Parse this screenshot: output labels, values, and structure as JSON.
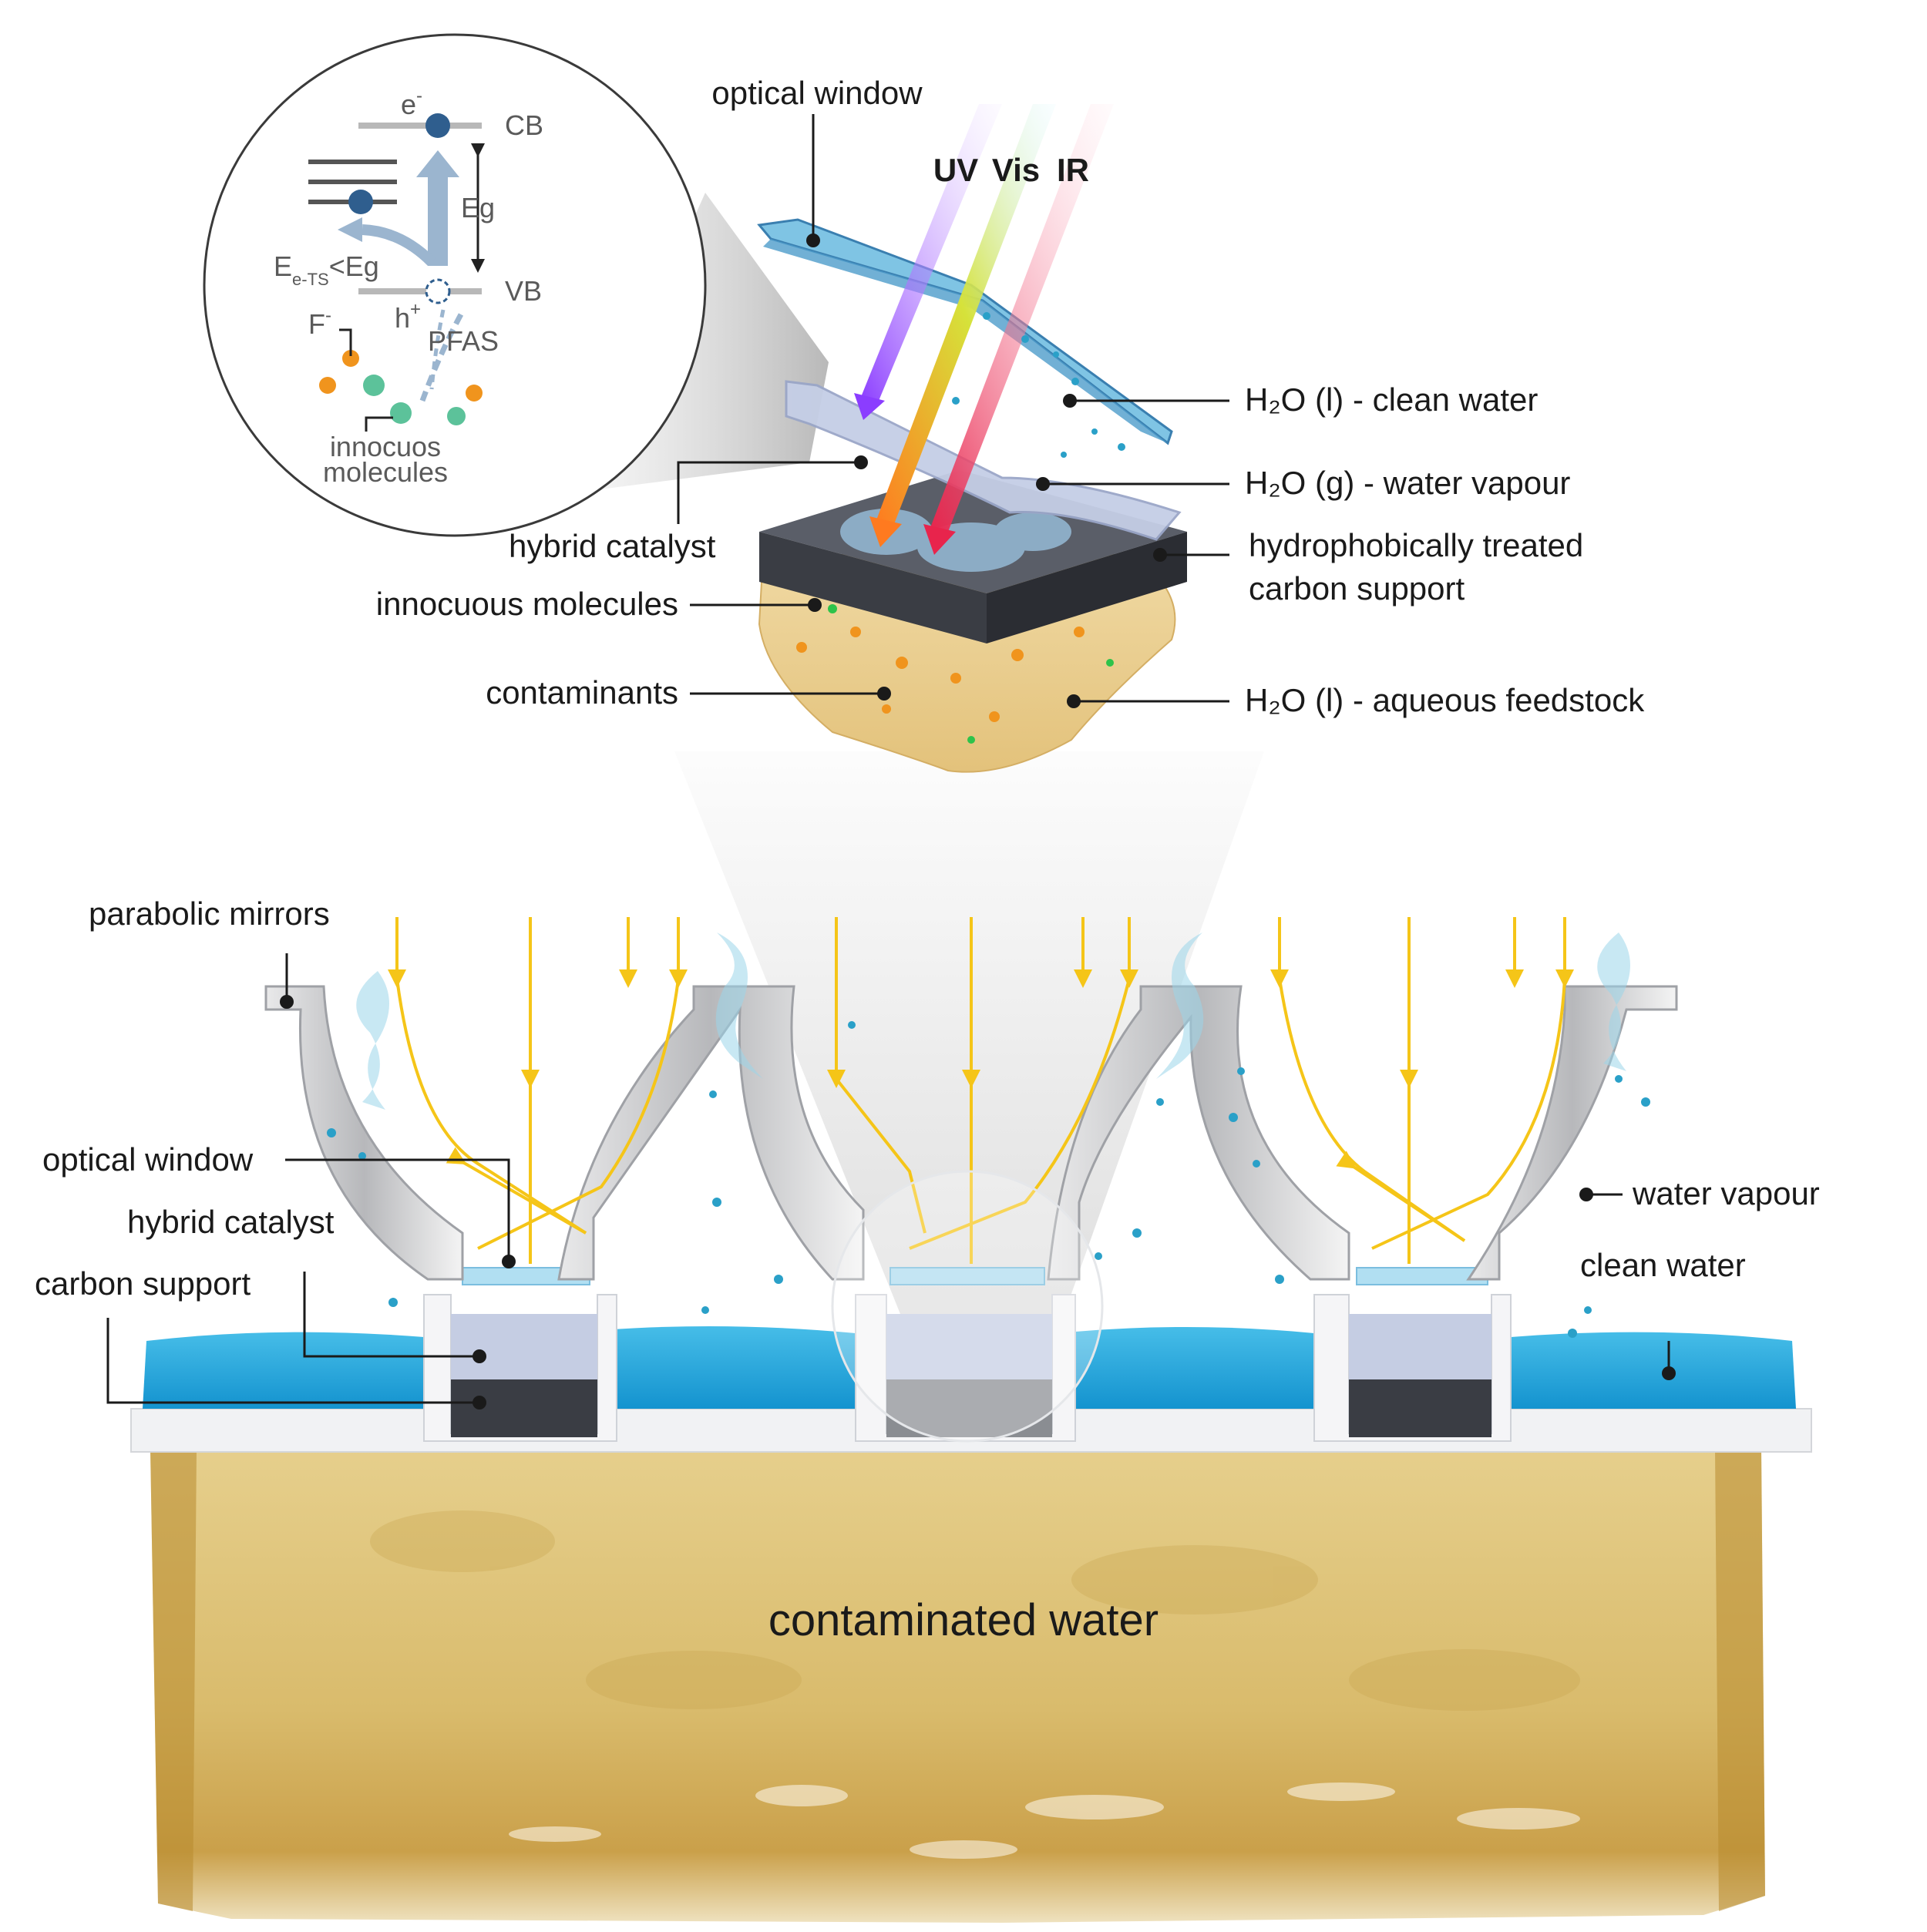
{
  "spectrum": {
    "uv": "UV",
    "vis": "Vis",
    "ir": "IR"
  },
  "top_labels": {
    "optical_window": "optical window",
    "clean_water": "H₂O (l) - clean water",
    "water_vapour": "H₂O (g) - water vapour",
    "hybrid_catalyst": "hybrid catalyst",
    "carbon_support_line1": "hydrophobically treated",
    "carbon_support_line2": "carbon support",
    "innocuous_molecules": "innocuous molecules",
    "contaminants": "contaminants",
    "aqueous_feedstock": "H₂O (l) - aqueous feedstock"
  },
  "inset": {
    "electron": "e",
    "electron_sup": "-",
    "cb": "CB",
    "eg": "Eg",
    "ets_main": "E",
    "ets_sub": "e-TS",
    "ets_rest": "<Eg",
    "vb": "VB",
    "hole": "h",
    "hole_sup": "+",
    "pfas": "PFAS",
    "fluoride": "F",
    "fluoride_sup": "-",
    "innocuos_line1": "innocuos",
    "innocuos_line2": "molecules"
  },
  "bottom_labels": {
    "parabolic_mirrors": "parabolic mirrors",
    "optical_window": "optical window",
    "hybrid_catalyst": "hybrid catalyst",
    "carbon_support": "carbon support",
    "water_vapour": "water vapour",
    "clean_water": "clean water",
    "contaminated_water": "contaminated water"
  },
  "colors": {
    "clean_water": "#1ea6dd",
    "contaminated_water": "#d9bd72",
    "sun_rays": "#f5c518",
    "carbon_support": "#3a3d44",
    "optical_window": "#7fc4e4",
    "catalyst": "#b8c3de",
    "uv_ray": "#9b4dff",
    "vis_ray": "#e9c400",
    "ir_ray": "#f04a78"
  }
}
